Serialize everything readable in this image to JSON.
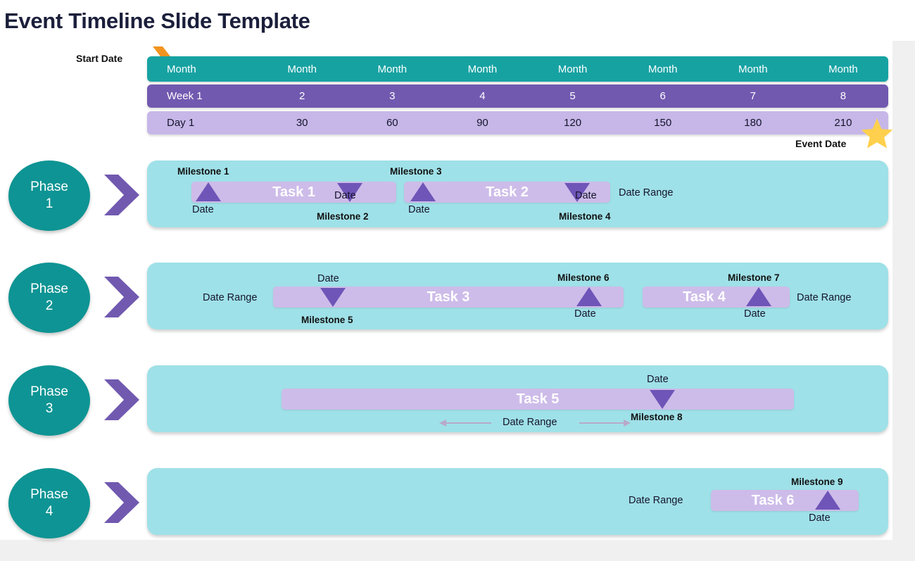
{
  "page": {
    "title": "Event Timeline Slide Template",
    "start_date_label": "Start Date",
    "event_date_label": "Event Date",
    "accent_teal": "#0e9494",
    "accent_header_teal": "#17a2a2",
    "accent_purple": "#7159b0",
    "accent_light_purple": "#c6b7e8",
    "accent_panel": "#9fe1e8",
    "accent_bar": "#cdbce9",
    "accent_marker": "#6f55b8",
    "accent_orange": "#f2941f",
    "accent_star": "#ffd04d",
    "title_color": "#1b1f3b"
  },
  "icons": {
    "start_arrow": "chevron-right-icon",
    "event_star": "star-icon",
    "phase_chevron": "chevron-right-icon",
    "range_arrow_left": "arrow-left-icon",
    "range_arrow_right": "arrow-right-icon"
  },
  "header": {
    "month_row": [
      "Month",
      "Month",
      "Month",
      "Month",
      "Month",
      "Month",
      "Month",
      "Month"
    ],
    "week_row": [
      "Week 1",
      "2",
      "3",
      "4",
      "5",
      "6",
      "7",
      "8"
    ],
    "day_row": [
      "Day 1",
      "30",
      "60",
      "90",
      "120",
      "150",
      "180",
      "210"
    ]
  },
  "phases": [
    {
      "name": "Phase",
      "number": "1",
      "tasks": [
        {
          "label": "Task 1"
        },
        {
          "label": "Task 2"
        }
      ],
      "milestones": [
        {
          "name": "Milestone 1",
          "date": "Date"
        },
        {
          "name": "Milestone 2",
          "date": "Date"
        },
        {
          "name": "Milestone 3",
          "date": "Date"
        },
        {
          "name": "Milestone 4",
          "date": "Date"
        }
      ],
      "date_ranges": [
        "Date Range"
      ]
    },
    {
      "name": "Phase",
      "number": "2",
      "tasks": [
        {
          "label": "Task 3"
        },
        {
          "label": "Task 4"
        }
      ],
      "milestones": [
        {
          "name": "Milestone 5",
          "date": "Date"
        },
        {
          "name": "Milestone 6",
          "date": "Date"
        },
        {
          "name": "Milestone 7",
          "date": "Date"
        }
      ],
      "date_ranges": [
        "Date Range",
        "Date Range"
      ]
    },
    {
      "name": "Phase",
      "number": "3",
      "tasks": [
        {
          "label": "Task 5"
        }
      ],
      "milestones": [
        {
          "name": "Milestone 8",
          "date": "Date"
        }
      ],
      "date_ranges": [
        "Date Range"
      ]
    },
    {
      "name": "Phase",
      "number": "4",
      "tasks": [
        {
          "label": "Task 6"
        }
      ],
      "milestones": [
        {
          "name": "Milestone 9",
          "date": "Date"
        }
      ],
      "date_ranges": [
        "Date Range"
      ]
    }
  ]
}
